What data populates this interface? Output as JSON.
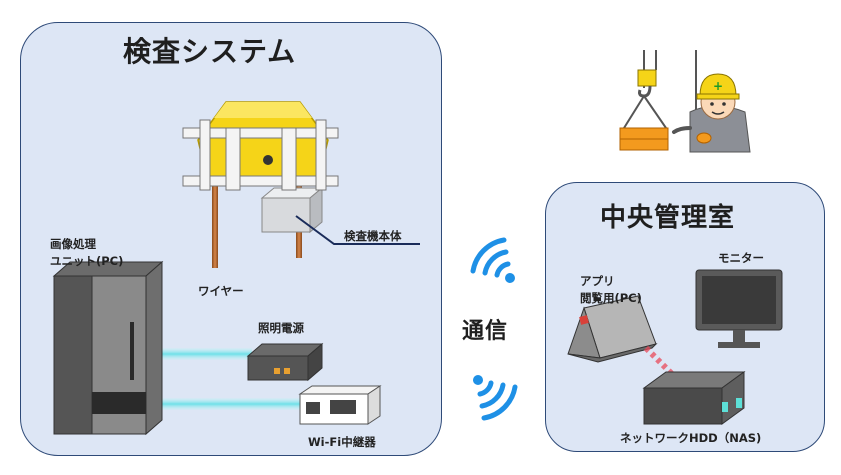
{
  "inspection_system": {
    "title": "検査システム",
    "labels": {
      "image_unit_line1": "画像処理",
      "image_unit_line2": "ユニット(PC)",
      "wire": "ワイヤー",
      "inspection_body": "検査機本体",
      "lighting_power": "照明電源",
      "wifi_repeater": "Wi-Fi中継器"
    }
  },
  "communication": {
    "label": "通信"
  },
  "central_room": {
    "title": "中央管理室",
    "labels": {
      "monitor": "モニター",
      "app_pc_line1": "アプリ",
      "app_pc_line2": "閲覧用(PC)",
      "nas": "ネットワークHDD（NAS)"
    }
  },
  "colors": {
    "panel_fill": "#dde6f5",
    "panel_border": "#2e4a78",
    "device_yellow": "#f5d418",
    "wifi_blue": "#1e90e6",
    "link_cyan": "#6fe0e8",
    "crate_orange": "#f39a1e"
  }
}
